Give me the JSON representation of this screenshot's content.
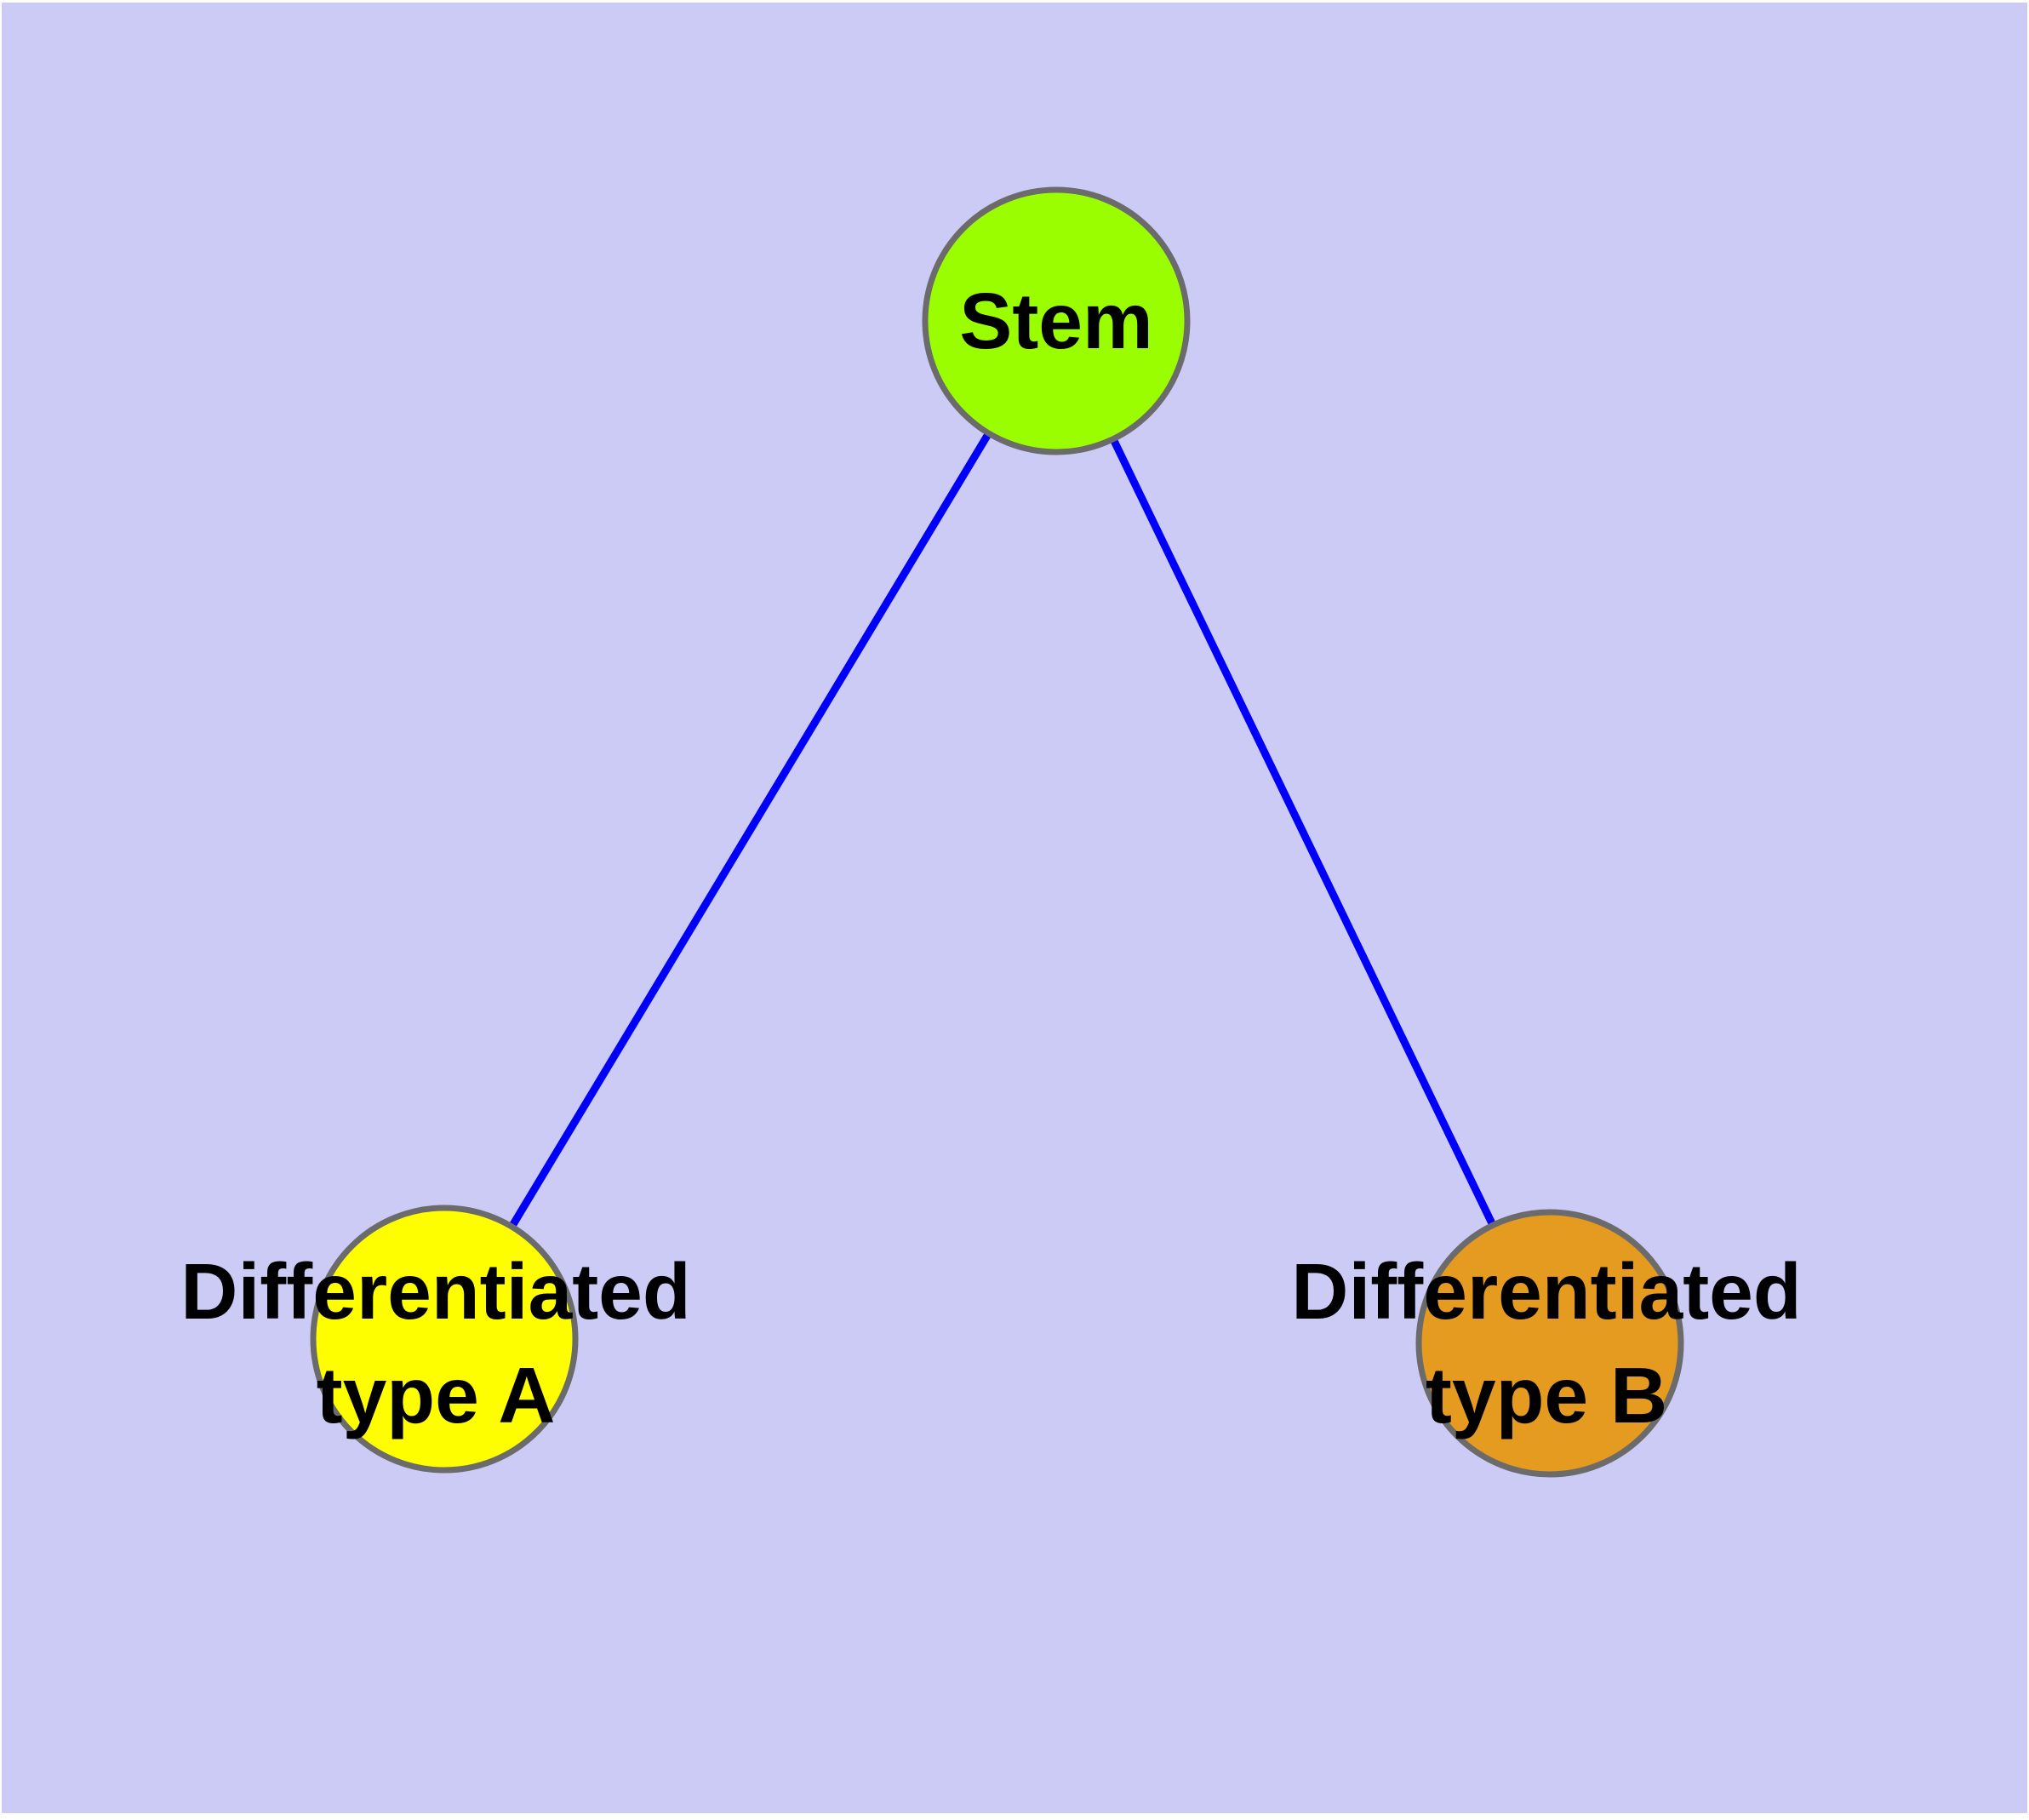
{
  "diagram": {
    "type": "node-link-graph",
    "nodes": {
      "stem": {
        "label": "Stem",
        "color": "#9BFE00"
      },
      "type_a": {
        "label_line1": "Differentiated",
        "label_line2": "type A",
        "color": "#FEFE00"
      },
      "type_b": {
        "label_line1": "Differentiated",
        "label_line2": "type B",
        "color": "#E59A20"
      }
    },
    "edges": [
      {
        "from": "Stem",
        "to": "Differentiated type A"
      },
      {
        "from": "Stem",
        "to": "Differentiated type B"
      }
    ],
    "colors": {
      "page_margin": "#FFFFFF",
      "background": "#CBCBF6",
      "edge": "#0000FA",
      "node_border": "#6B6B6B",
      "label_text": "#000000"
    }
  }
}
